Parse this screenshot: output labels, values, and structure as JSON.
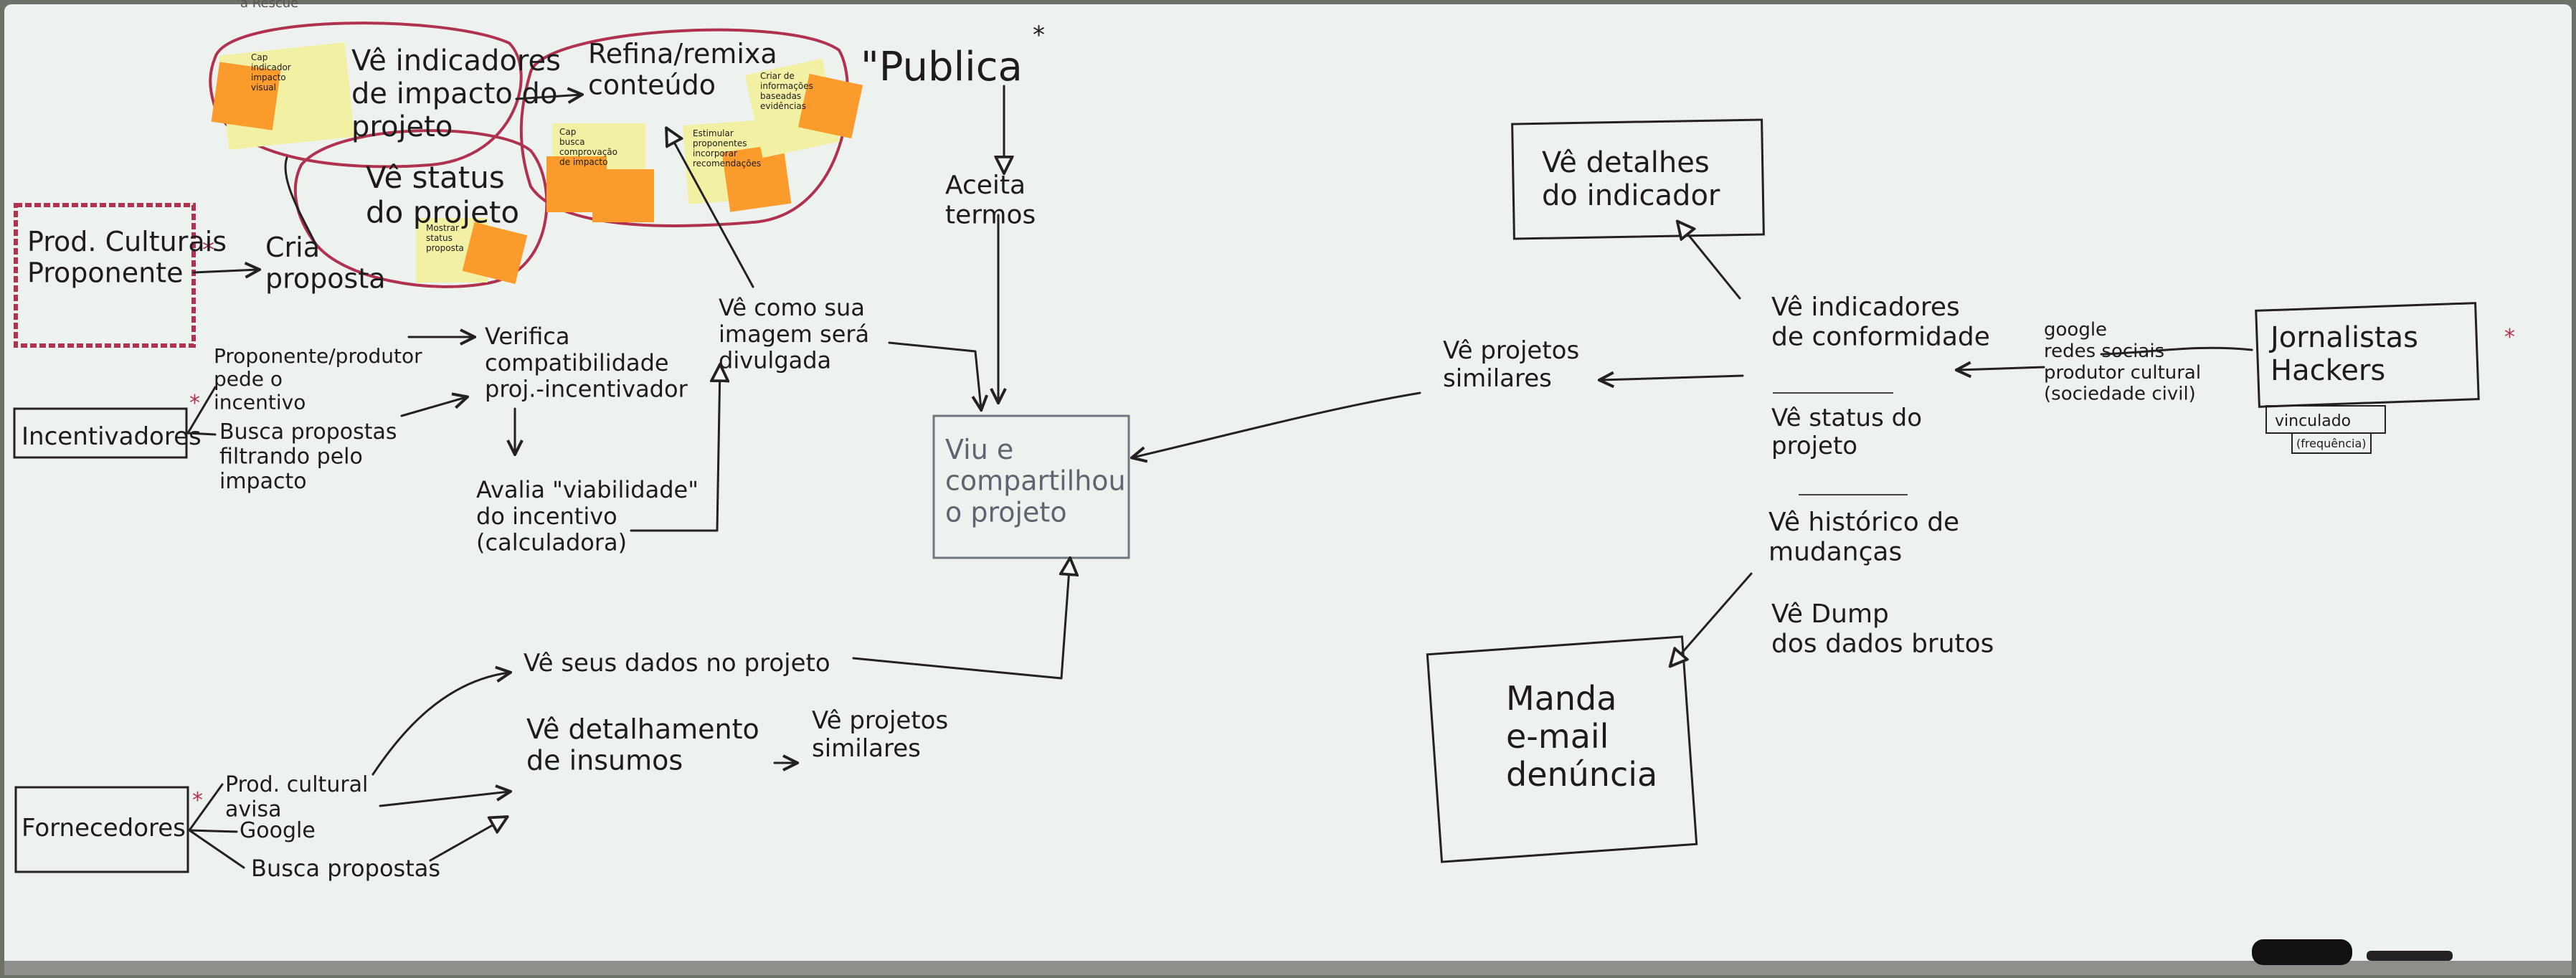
{
  "actors": {
    "proponente": "Prod. Culturais\nProponente",
    "incentivadores": "Incentivadores",
    "fornecedores": "Fornecedores",
    "jornalistas": "Jornalistas\nHackers",
    "jornalistas_tag1": "vinculado",
    "jornalistas_tag2": "(frequência)"
  },
  "top_header": "'a Rescue",
  "publica": {
    "title": "\"Publica",
    "aceita": "Aceita\ntermos"
  },
  "proponente_flow": {
    "cria": "Cria\nproposta",
    "ve_indicadores": "Vê indicadores\nde impacto do\nprojeto",
    "ve_status": "Vê status\ndo projeto",
    "refina": "Refina/remixa\nconteúdo",
    "ve_como": "Vê como sua\nimagem será\ndivulgada"
  },
  "sticky_notes": [
    "Cap\nindicador\nimpacto\nvisual",
    "Cap\nbusca\ncomprovação\nde impacto",
    "Estimular\nproponentes\nincorporar\nrecomendações",
    "Criar de\ninformações\nbaseadas\nevidências",
    "Mostrar\nstatus\nproposta"
  ],
  "incentivador_flow": {
    "branch1": "Proponente/produtor\npede o\nincentivo",
    "branch2": "Busca propostas\nfiltrando pelo\nimpacto",
    "verifica": "Verifica\ncompatibilidade\nproj.-incentivador",
    "avalia": "Avalia \"viabilidade\"\ndo incentivo\n(calculadora)"
  },
  "center_box": "Viu e\ncompartilhou\no projeto",
  "fornecedor_flow": {
    "branch1": "Prod. cultural\navisa",
    "branch2": "Google",
    "branch3": "Busca propostas",
    "ve_dados": "Vê seus dados no projeto",
    "ve_detalhamento": "Vê detalhamento\nde insumos",
    "ve_similares": "Vê projetos\nsimilares"
  },
  "jornalista_flow": {
    "detalhes_box": "Vê detalhes\ndo indicador",
    "conformidade": "Vê indicadores\nde conformidade",
    "similares": "Vê projetos\nsimilares",
    "status": "Vê status do\nprojeto",
    "historico": "Vê histórico de\nmudanças",
    "dump": "Vê Dump\ndos dados brutos",
    "sources": "google\nredes sociais\nprodutor cultural\n(sociedade civil)",
    "manda_box": "Manda\ne-mail\ndenúncia"
  },
  "colors": {
    "board": "#eef2ef",
    "ink": "#1c1c1c",
    "red_marker": "#b0324e",
    "gray_marker": "#5e6570",
    "sticky_orange": "#fb9b2c",
    "sticky_yellow": "#f2f0a2"
  }
}
